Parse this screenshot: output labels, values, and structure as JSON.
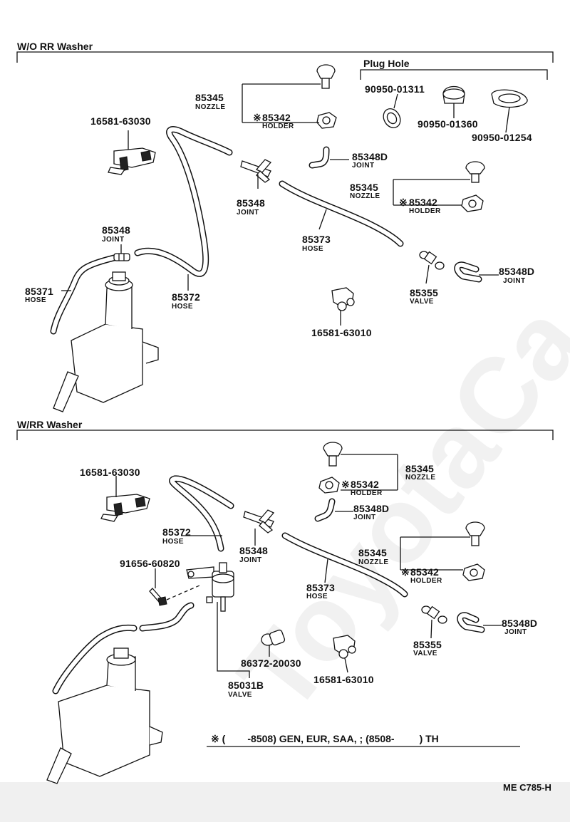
{
  "sections": {
    "top": {
      "title": "W/O RR Washer",
      "plug_hole_title": "Plug Hole"
    },
    "bottom": {
      "title": "W/RR Washer"
    }
  },
  "top_parts": {
    "nozzle_a": {
      "number": "85345",
      "name": "NOZZLE"
    },
    "holder_a": {
      "number": "85342",
      "name": "HOLDER",
      "mark": "※"
    },
    "clamp_a": {
      "number": "16581-63030"
    },
    "joint_d_a": {
      "number": "85348D",
      "name": "JOINT"
    },
    "nozzle_b": {
      "number": "85345",
      "name": "NOZZLE"
    },
    "holder_b": {
      "number": "85342",
      "name": "HOLDER",
      "mark": "※"
    },
    "joint_y": {
      "number": "85348",
      "name": "JOINT"
    },
    "joint_small": {
      "number": "85348",
      "name": "JOINT"
    },
    "hose_73": {
      "number": "85373",
      "name": "HOSE"
    },
    "hose_71": {
      "number": "85371",
      "name": "HOSE"
    },
    "hose_72": {
      "number": "85372",
      "name": "HOSE"
    },
    "valve": {
      "number": "85355",
      "name": "VALVE"
    },
    "joint_d_b": {
      "number": "85348D",
      "name": "JOINT"
    },
    "clamp_b": {
      "number": "16581-63010"
    },
    "plug_1": {
      "number": "90950-01311"
    },
    "plug_2": {
      "number": "90950-01360"
    },
    "plug_3": {
      "number": "90950-01254"
    }
  },
  "bottom_parts": {
    "clamp_a": {
      "number": "16581-63030"
    },
    "nozzle_a": {
      "number": "85345",
      "name": "NOZZLE"
    },
    "holder_a": {
      "number": "85342",
      "name": "HOLDER",
      "mark": "※"
    },
    "joint_d_a": {
      "number": "85348D",
      "name": "JOINT"
    },
    "hose_72": {
      "number": "85372",
      "name": "HOSE"
    },
    "joint_y": {
      "number": "85348",
      "name": "JOINT"
    },
    "nozzle_b": {
      "number": "85345",
      "name": "NOZZLE"
    },
    "holder_b": {
      "number": "85342",
      "name": "HOLDER",
      "mark": "※"
    },
    "bolt": {
      "number": "91656-60820"
    },
    "hose_73": {
      "number": "85373",
      "name": "HOSE"
    },
    "valve": {
      "number": "85355",
      "name": "VALVE"
    },
    "joint_d_b": {
      "number": "85348D",
      "name": "JOINT"
    },
    "grommet": {
      "number": "86372-20030"
    },
    "clamp_b": {
      "number": "16581-63010"
    },
    "rear_valve": {
      "number": "85031B",
      "name": "VALVE"
    }
  },
  "footnote": "※ (        -8508) GEN, EUR, SAA, ; (8508-         ) TH",
  "figure_code": "ME C785-H",
  "watermark": "ToyotaCa"
}
